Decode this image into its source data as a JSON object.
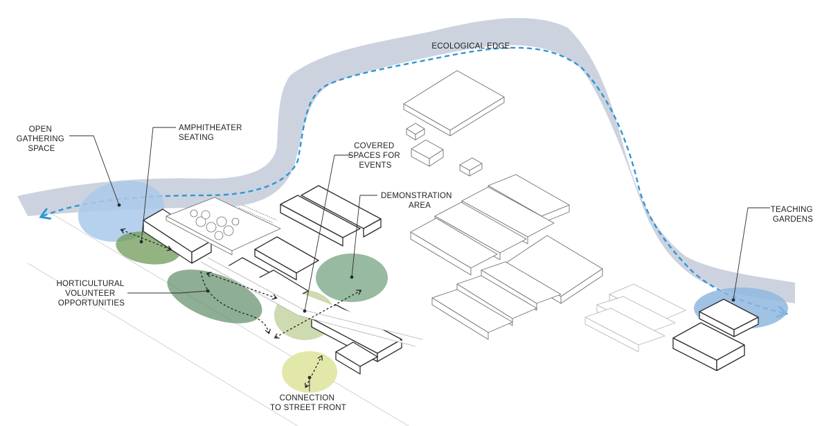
{
  "colors": {
    "ecological_band": "#ccd3df",
    "ecological_path": "#2f95d4",
    "gathering_zone": "#a9c9ea",
    "teaching_zone": "#8fb7df",
    "green_dark": "#5f8d66",
    "green_mid": "#6f9f7c",
    "green_light": "#c6d3a2",
    "green_yellow": "#dfe6a0"
  },
  "labels": {
    "ecological_edge": [
      "ECOLOGICAL EDGE"
    ],
    "open_gathering_space": [
      "OPEN",
      "GATHERING",
      "SPACE"
    ],
    "amphitheater_seating": [
      "AMPHITHEATER",
      "SEATING"
    ],
    "covered_spaces_for_events": [
      "COVERED",
      "SPACES FOR",
      "EVENTS"
    ],
    "demonstration_area": [
      "DEMONSTRATION",
      "AREA"
    ],
    "teaching_gardens": [
      "TEACHING",
      "GARDENS"
    ],
    "horticultural_volunteer_opportunities": [
      "HORTICULTURAL",
      "VOLUNTEER",
      "OPPORTUNITIES"
    ],
    "connection_to_street_front": [
      "CONNECTION",
      "TO STREET FRONT"
    ]
  }
}
